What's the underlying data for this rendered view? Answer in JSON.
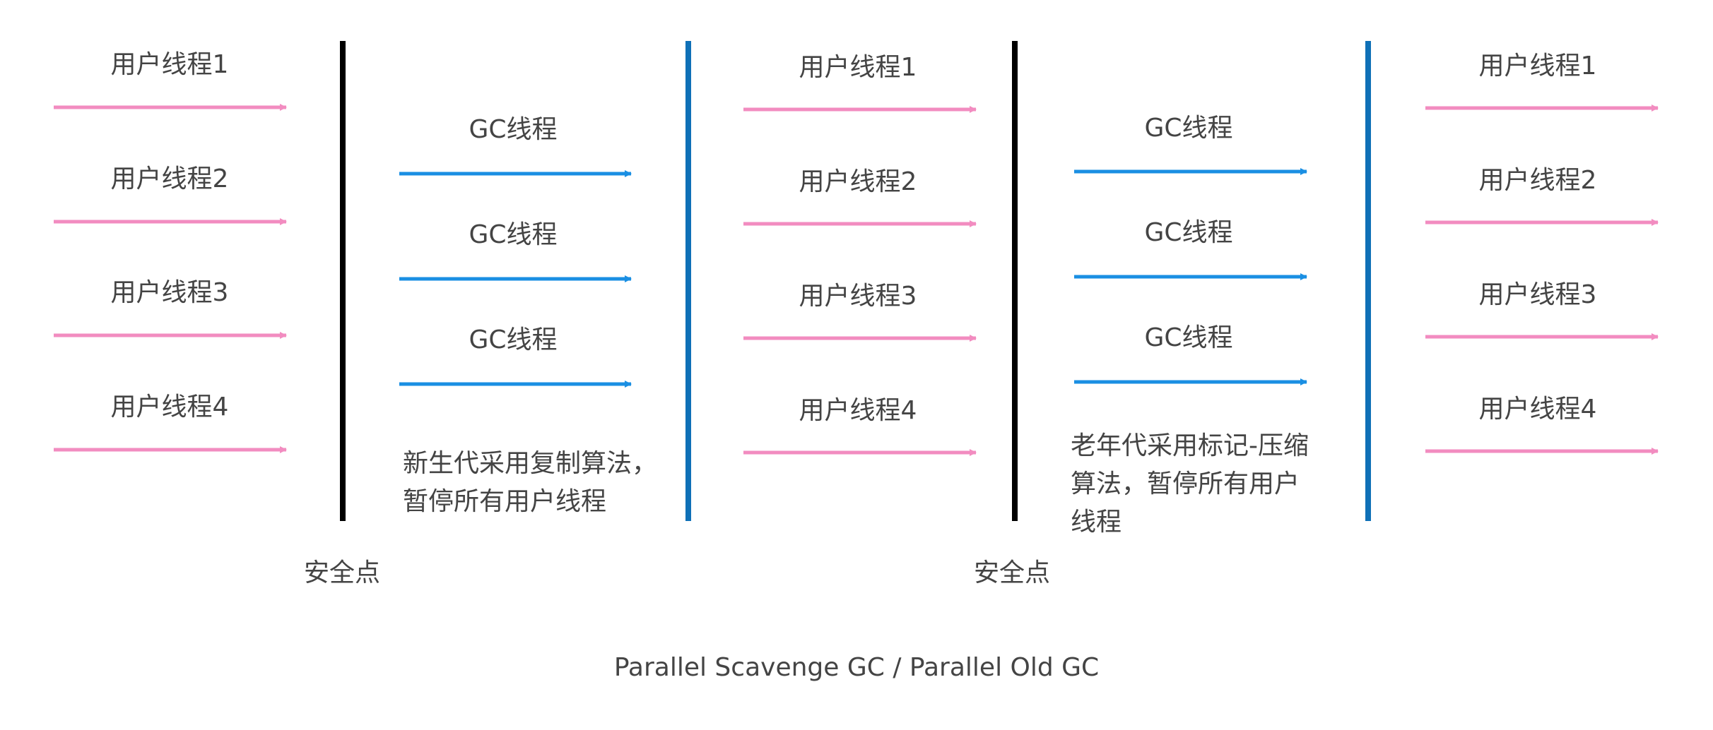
{
  "colors": {
    "user_thread": "#f28cc0",
    "gc_thread": "#1a8fe3",
    "safepoint_line": "#000000",
    "phase_line": "#0f70b7",
    "text": "#444444"
  },
  "phase1_user_threads": [
    "用户线程1",
    "用户线程2",
    "用户线程3",
    "用户线程4"
  ],
  "phase2_gc_threads": [
    "GC线程",
    "GC线程",
    "GC线程"
  ],
  "phase2_note": [
    "新生代采用复制算法，",
    "暂停所有用户线程"
  ],
  "phase3_user_threads": [
    "用户线程1",
    "用户线程2",
    "用户线程3",
    "用户线程4"
  ],
  "phase4_gc_threads": [
    "GC线程",
    "GC线程",
    "GC线程"
  ],
  "phase4_note": [
    "老年代采用标记-压缩",
    "算法，暂停所有用户",
    "线程"
  ],
  "phase5_user_threads": [
    "用户线程1",
    "用户线程2",
    "用户线程3",
    "用户线程4"
  ],
  "safepoint_labels": [
    "安全点",
    "安全点"
  ],
  "caption": "Parallel Scavenge GC / Parallel Old GC"
}
